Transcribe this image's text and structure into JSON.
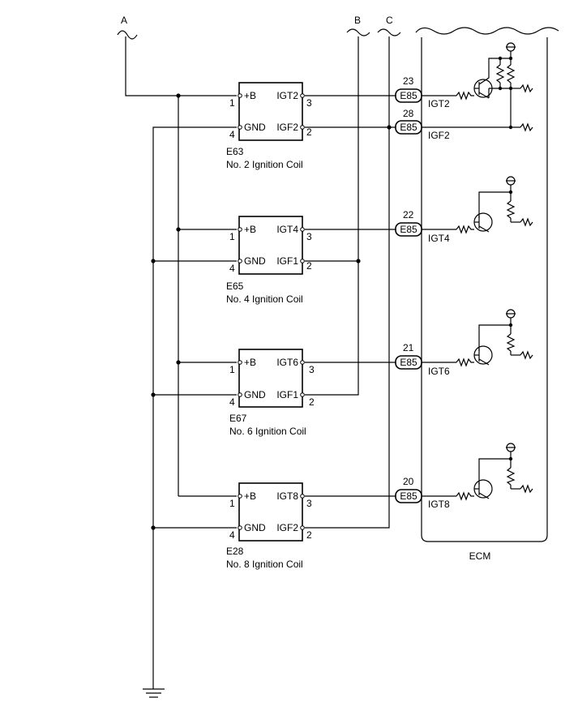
{
  "feeds": {
    "a": "A",
    "b": "B",
    "c": "C"
  },
  "coils": [
    {
      "id": "E63",
      "name": "No. 2 Ignition Coil",
      "pin_b": "+B",
      "pin_igt": "IGT2",
      "pin_gnd": "GND",
      "pin_igf": "IGF2",
      "n1": "1",
      "n2": "2",
      "n3": "3",
      "n4": "4"
    },
    {
      "id": "E65",
      "name": "No. 4 Ignition Coil",
      "pin_b": "+B",
      "pin_igt": "IGT4",
      "pin_gnd": "GND",
      "pin_igf": "IGF1",
      "n1": "1",
      "n2": "2",
      "n3": "3",
      "n4": "4"
    },
    {
      "id": "E67",
      "name": "No. 6 Ignition Coil",
      "pin_b": "+B",
      "pin_igt": "IGT6",
      "pin_gnd": "GND",
      "pin_igf": "IGF1",
      "n1": "1",
      "n2": "2",
      "n3": "3",
      "n4": "4"
    },
    {
      "id": "E28",
      "name": "No. 8 Ignition Coil",
      "pin_b": "+B",
      "pin_igt": "IGT8",
      "pin_gnd": "GND",
      "pin_igf": "IGF2",
      "n1": "1",
      "n2": "2",
      "n3": "3",
      "n4": "4"
    }
  ],
  "ecm": {
    "label": "ECM",
    "connectors": [
      {
        "pin": "23",
        "conn": "E85",
        "signal": "IGT2"
      },
      {
        "pin": "28",
        "conn": "E85",
        "signal": "IGF2"
      },
      {
        "pin": "22",
        "conn": "E85",
        "signal": "IGT4"
      },
      {
        "pin": "21",
        "conn": "E85",
        "signal": "IGT6"
      },
      {
        "pin": "20",
        "conn": "E85",
        "signal": "IGT8"
      }
    ]
  }
}
